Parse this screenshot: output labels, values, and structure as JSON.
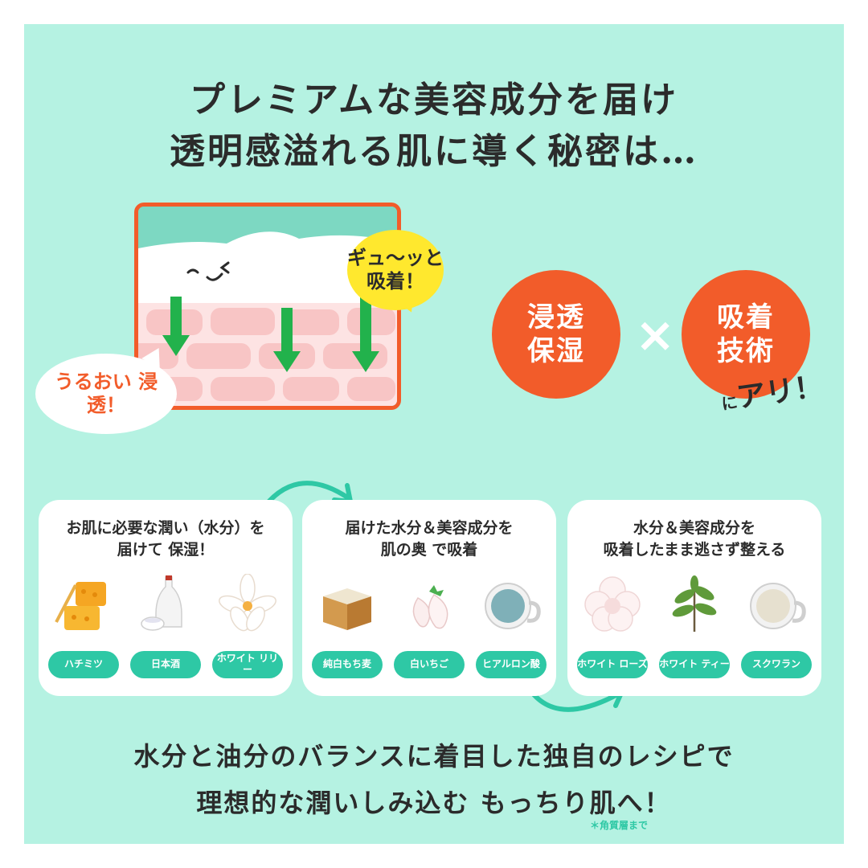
{
  "headline": {
    "line1": "プレミアムな美容成分を届け",
    "line2": "透明感溢れる肌に導く秘密は…"
  },
  "illustration": {
    "bubble_suck": "ギュ〜ッと 吸着！",
    "bubble_penetrate": "うるおい 浸透！"
  },
  "tech": {
    "circle1_line1": "浸透",
    "circle1_line2": "保湿",
    "cross": "×",
    "circle2_line1": "吸着",
    "circle2_line2": "技術",
    "ari_small": "に",
    "ari": "アリ！"
  },
  "cards": [
    {
      "title1": "お肌に必要な潤い（水分）を",
      "title2": "届けて 保湿！",
      "items": [
        {
          "label": "ハチミツ",
          "icon": "honey-icon"
        },
        {
          "label": "日本酒",
          "icon": "sake-icon"
        },
        {
          "label": "ホワイト リリー",
          "icon": "white-lily-icon"
        }
      ]
    },
    {
      "title1": "届けた水分＆美容成分を",
      "title2": "肌の奥 で吸着",
      "items": [
        {
          "label": "純白もち麦",
          "icon": "barley-box-icon"
        },
        {
          "label": "白いちご",
          "icon": "white-strawberry-icon"
        },
        {
          "label": "ヒアルロン酸",
          "icon": "hyaluronic-cup-icon"
        }
      ]
    },
    {
      "title1": "水分＆美容成分を",
      "title2": "吸着したまま逃さず整える",
      "items": [
        {
          "label": "ホワイト ローズ",
          "icon": "white-rose-icon"
        },
        {
          "label": "ホワイト ティー",
          "icon": "tea-leaf-icon"
        },
        {
          "label": "スクワラン",
          "icon": "squalane-cup-icon"
        }
      ]
    }
  ],
  "footer": {
    "line1": "水分と油分のバランスに着目した独自のレシピで",
    "line2": "理想的な潤いしみ込む もっちり肌へ！",
    "note": "＊角質層まで"
  },
  "colors": {
    "background": "#b5f2e2",
    "accent_orange": "#f25c2a",
    "accent_green": "#2ec8a5",
    "bubble_yellow": "#ffe82e"
  }
}
